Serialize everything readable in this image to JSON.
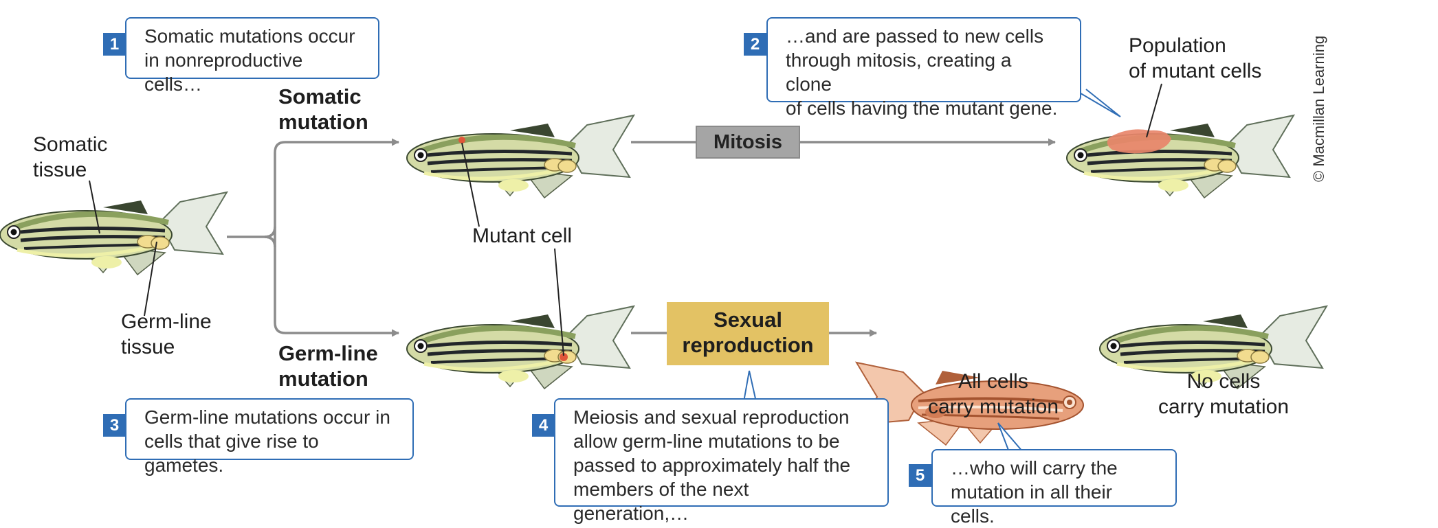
{
  "labels": {
    "somatic_tissue": [
      "Somatic",
      "tissue"
    ],
    "germline_tissue": [
      "Germ-line",
      "tissue"
    ],
    "somatic_mutation": [
      "Somatic",
      "mutation"
    ],
    "germline_mutation": [
      "Germ-line",
      "mutation"
    ],
    "mutant_cell": "Mutant cell",
    "population": [
      "Population",
      "of mutant cells"
    ],
    "all_cells": [
      "All cells",
      "carry mutation"
    ],
    "no_cells": [
      "No cells",
      "carry mutation"
    ]
  },
  "steps": {
    "mitosis": "Mitosis",
    "sexual_reproduction": [
      "Sexual",
      "reproduction"
    ]
  },
  "callouts": [
    {
      "number": "1",
      "lines": [
        "Somatic mutations occur",
        "in nonreproductive cells…"
      ]
    },
    {
      "number": "2",
      "lines": [
        "…and are passed to new cells",
        "through mitosis, creating a clone",
        "of cells having the mutant gene."
      ]
    },
    {
      "number": "3",
      "lines": [
        "Germ-line mutations occur in",
        "cells that give rise to gametes."
      ]
    },
    {
      "number": "4",
      "lines": [
        "Meiosis and sexual reproduction",
        "allow germ-line mutations to be",
        "passed to approximately half the",
        "members of the next generation,…"
      ]
    },
    {
      "number": "5",
      "lines": [
        "…who will carry the",
        "mutation in all their cells."
      ]
    }
  ],
  "credit": "© Macmillan Learning",
  "colors": {
    "callout_border": "#2f6db5",
    "arrow": "#8c8c8c",
    "mitosis_box": "#a5a5a5",
    "sexual_box": "#e3c264",
    "mutant_cell": "#e0573a",
    "mutant_population": "#e8866a",
    "germline_tissue": "#f2dc8f",
    "mutant_fish": "#e08a5e"
  }
}
